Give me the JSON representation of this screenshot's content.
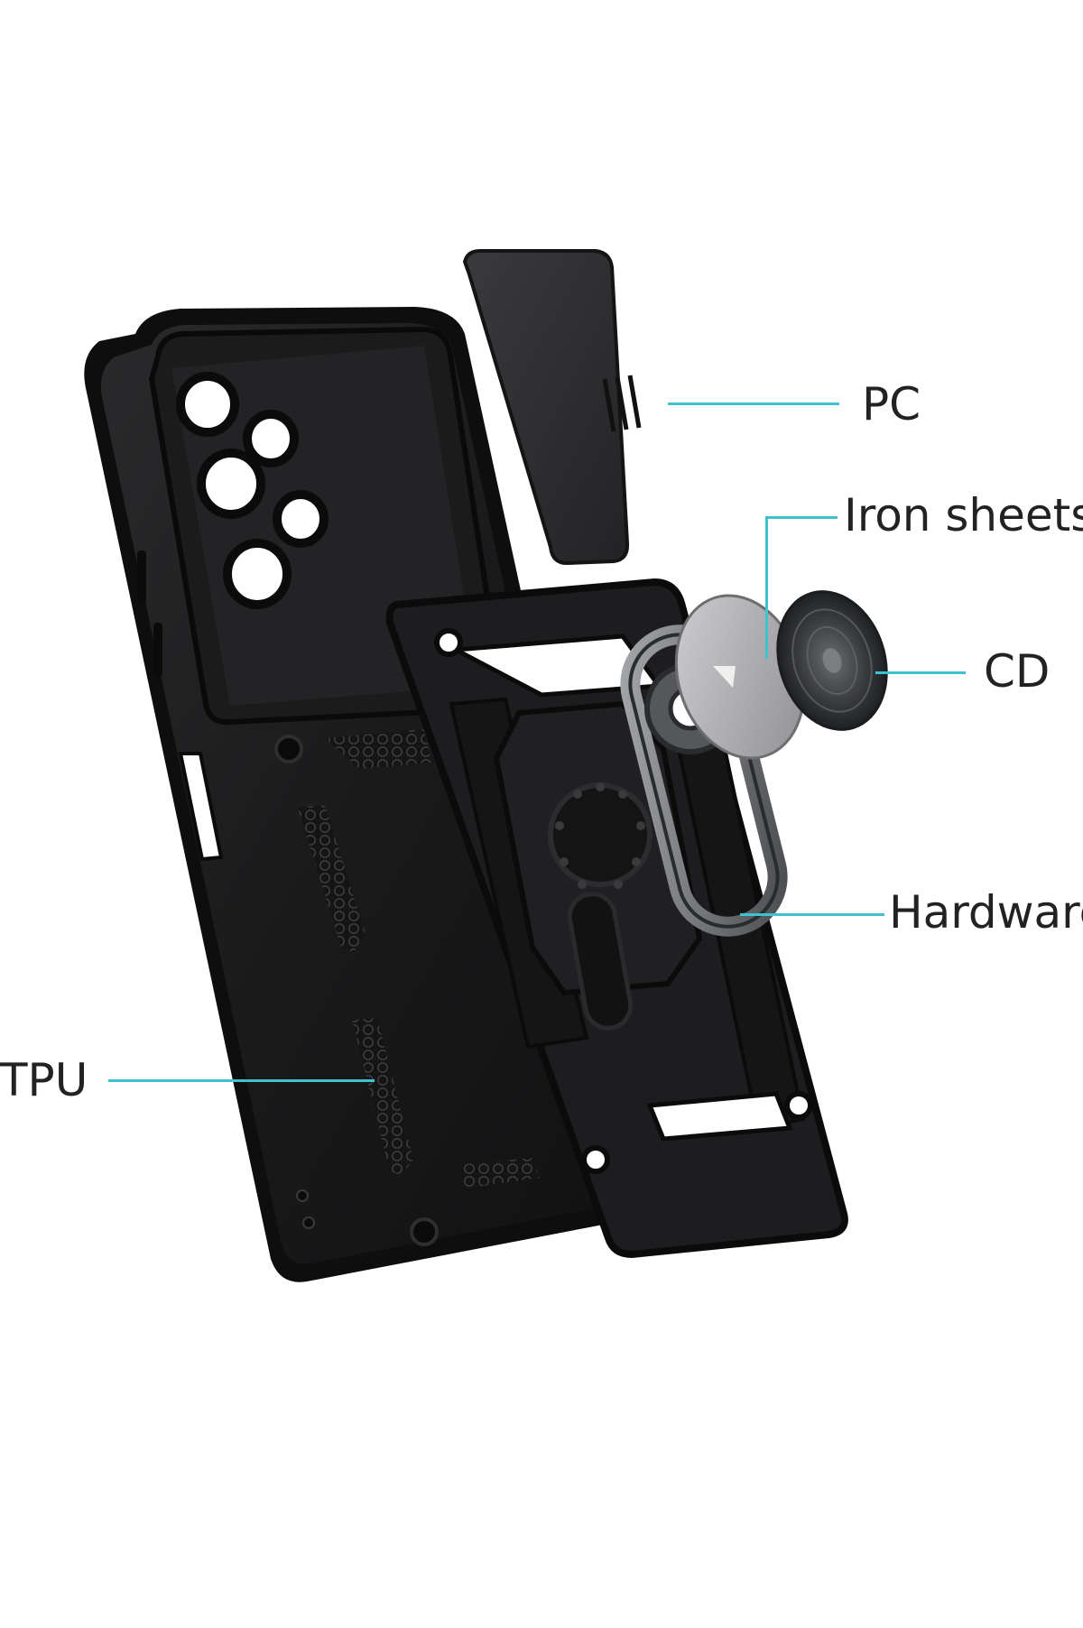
{
  "labels": {
    "pc": "PC",
    "iron_sheets": "Iron sheets",
    "cd": "CD",
    "hardware": "Hardware",
    "tpu": "TPU"
  },
  "colors": {
    "leader": "#3fc2cf",
    "case_body": "#1c1c1e",
    "case_edge": "#0d0d0e",
    "pc_slider": "#2b2b2d",
    "iron_sheet": "#a9a9ab",
    "cd_disc": "#2f3033",
    "ring": "#7a7c80",
    "text": "#222222"
  }
}
